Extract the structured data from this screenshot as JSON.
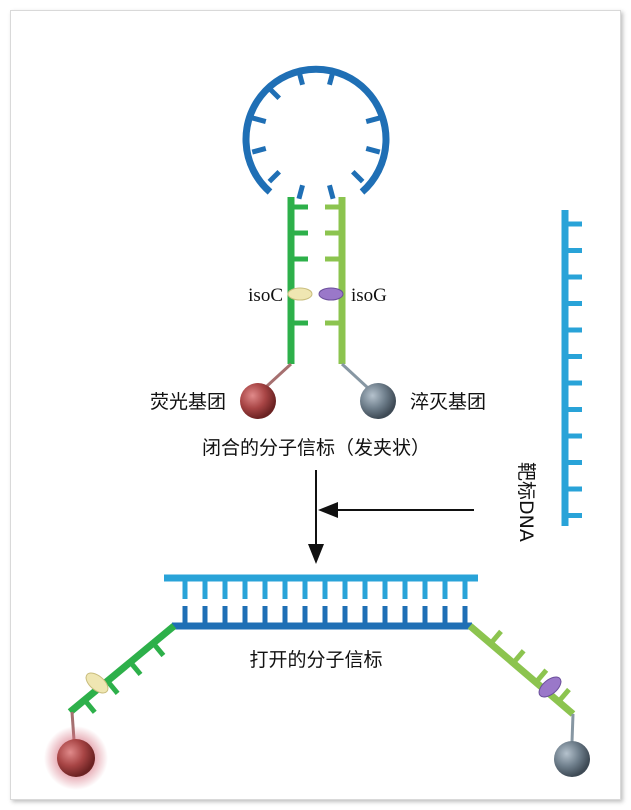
{
  "labels": {
    "iso_c": "isoC",
    "iso_g": "isoG",
    "fluorophore": "荧光基团",
    "quencher": "淬灭基团",
    "closed_beacon": "闭合的分子信标（发夹状）",
    "target_dna": "靶标DNA",
    "open_beacon": "打开的分子信标"
  },
  "colors": {
    "loop_blue": "#1f6fb5",
    "target_blue": "#29a3d8",
    "stem_green_dark": "#2db04a",
    "stem_green_light": "#8cc44f",
    "fluorophore_red": "#9e3b3b",
    "quencher_gray": "#6b7a87",
    "iso_c_fill": "#efe6b2",
    "iso_g_fill": "#9a78c9"
  }
}
